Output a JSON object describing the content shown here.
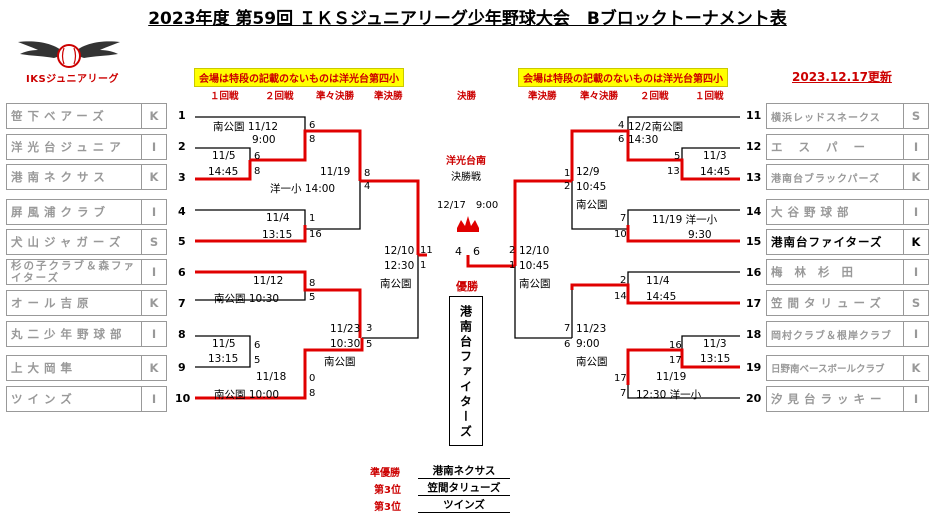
{
  "title": "2023年度 第59回 ＩＫＳジュニアリーグ少年野球大会　Bブロックトーナメント表",
  "logo_text": "IKSジュニアリーグ",
  "updated": "2023.12.17更新",
  "venue_notice": "会場は特段の記載のないものは洋光台第四小",
  "rounds_left": [
    "１回戦",
    "２回戦",
    "準々決勝",
    "準決勝"
  ],
  "round_final": "決勝",
  "rounds_right": [
    "準決勝",
    "準々決勝",
    "２回戦",
    "１回戦"
  ],
  "left_teams": [
    {
      "seed": "1",
      "name": "笹下ベアーズ",
      "pref": "K"
    },
    {
      "seed": "2",
      "name": "洋光台ジュニア",
      "pref": "I"
    },
    {
      "seed": "3",
      "name": "港南ネクサス",
      "pref": "K"
    },
    {
      "seed": "4",
      "name": "屏風浦クラブ",
      "pref": "I"
    },
    {
      "seed": "5",
      "name": "犬山ジャガーズ",
      "pref": "S"
    },
    {
      "seed": "6",
      "name": "杉の子クラブ＆森ファイターズ",
      "pref": "I"
    },
    {
      "seed": "7",
      "name": "オール吉原",
      "pref": "K"
    },
    {
      "seed": "8",
      "name": "丸二少年野球部",
      "pref": "I"
    },
    {
      "seed": "9",
      "name": "上大岡隼",
      "pref": "K"
    },
    {
      "seed": "10",
      "name": "ツインズ",
      "pref": "I"
    }
  ],
  "right_teams": [
    {
      "seed": "11",
      "name": "横浜レッドスネークス",
      "pref": "S"
    },
    {
      "seed": "12",
      "name": "エスパー",
      "pref": "I"
    },
    {
      "seed": "13",
      "name": "港南台ブラックパーズ",
      "pref": "K"
    },
    {
      "seed": "14",
      "name": "大谷野球部",
      "pref": "I"
    },
    {
      "seed": "15",
      "name": "港南台ファイターズ",
      "pref": "K"
    },
    {
      "seed": "16",
      "name": "梅林杉田",
      "pref": "I"
    },
    {
      "seed": "17",
      "name": "笠間タリューズ",
      "pref": "S"
    },
    {
      "seed": "18",
      "name": "岡村クラブ＆根岸クラブ",
      "pref": "I"
    },
    {
      "seed": "19",
      "name": "日野南ベースボールクラブ",
      "pref": "K"
    },
    {
      "seed": "20",
      "name": "汐見台ラッキー",
      "pref": "I"
    }
  ],
  "matches": {
    "l_r1_23": {
      "date": "11/5",
      "time": "14:45"
    },
    "l_r2_123": {
      "venue_date": "南公園 11/12",
      "time": "9:00"
    },
    "l_r1_45": {
      "date": "11/4",
      "time": "13:15"
    },
    "l_qf_top": {
      "date": "11/19",
      "venue_time": "洋一小 14:00"
    },
    "l_r2_67": {
      "date": "11/12",
      "venue_time": "南公園 10:30"
    },
    "l_r1_89": {
      "date": "11/5",
      "time": "13:15"
    },
    "l_r2_8910": {
      "date": "11/18",
      "venue_time": "南公園 10:00"
    },
    "l_qf_bot": {
      "date": "11/23",
      "time": "10:30",
      "venue": "南公園"
    },
    "l_sf": {
      "date": "12/10",
      "time": "12:30",
      "venue": "南公園"
    },
    "r_r2_111213": {
      "venue_date": "12/2南公園",
      "time": "14:30"
    },
    "r_r1_1213": {
      "date": "11/3",
      "time": "14:45"
    },
    "r_qf_top": {
      "date": "12/9",
      "time": "10:45",
      "venue": "南公園"
    },
    "r_r1_1415": {
      "date": "11/19 洋一小",
      "time": "9:30"
    },
    "r_r2_1617": {
      "date": "11/4",
      "time": "14:45"
    },
    "r_qf_bot": {
      "date": "11/23",
      "time": "9:00",
      "venue": "南公園"
    },
    "r_r1_1819": {
      "date": "11/3",
      "time": "13:15"
    },
    "r_r2_181920": {
      "date": "11/19",
      "venue_time": "12:30 洋一小"
    },
    "r_sf": {
      "date": "12/10",
      "time": "10:45",
      "venue": "南公園"
    },
    "final": {
      "venue": "洋光台南",
      "label": "決勝戦",
      "date_time": "12/17　9:00"
    }
  },
  "scores": {
    "a": "6",
    "b": "8",
    "c": "6",
    "d": "8",
    "e": "8",
    "f": "4",
    "g": "1",
    "h": "16",
    "i": "11",
    "j": "1",
    "k": "8",
    "l": "5",
    "m": "3",
    "n": "5",
    "o": "6",
    "p": "5",
    "q": "0",
    "r": "8",
    "fl": "4",
    "fr": "6",
    "s": "4",
    "t": "6",
    "u": "5",
    "v": "13",
    "w": "1",
    "x": "2",
    "y": "7",
    "z": "10",
    "aa": "2",
    "ab": "1",
    "ac": "2",
    "ad": "14",
    "ae": "7",
    "af": "6",
    "ag": "16",
    "ah": "17",
    "ai": "17",
    "aj": "7"
  },
  "champion_label": "優勝",
  "champion": "港南台ファイターズ",
  "results": [
    {
      "label": "準優勝",
      "team": "港南ネクサス"
    },
    {
      "label": "第3位",
      "team": "笠間タリューズ"
    },
    {
      "label": "第3位",
      "team": "ツインズ"
    }
  ],
  "colors": {
    "winner_line": "#e00000",
    "loser_line": "#000000",
    "notice_bg": "#ffff00",
    "accent": "#cc0000"
  },
  "icons": [
    "winged-baseball-logo-icon",
    "crown-icon"
  ]
}
